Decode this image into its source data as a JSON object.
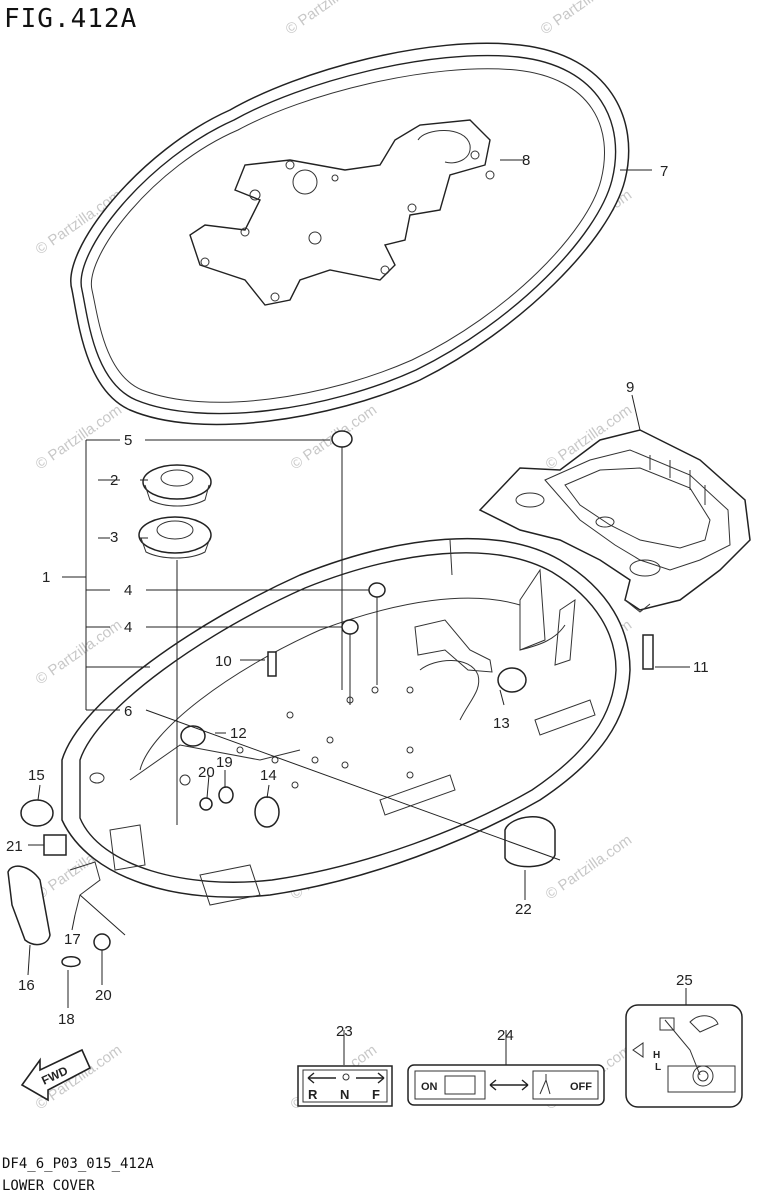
{
  "figure": {
    "title": "FIG.412A",
    "code": "DF4_6_P03_015_412A",
    "name": "LOWER COVER"
  },
  "watermark": "© Partzilla.com",
  "callouts": [
    "1",
    "2",
    "3",
    "4",
    "4",
    "5",
    "6",
    "7",
    "8",
    "9",
    "10",
    "11",
    "12",
    "13",
    "14",
    "15",
    "16",
    "17",
    "18",
    "19",
    "20",
    "20",
    "21",
    "22",
    "23",
    "24",
    "25"
  ],
  "labels": {
    "shift": {
      "letters": [
        "R",
        "N",
        "F"
      ]
    },
    "switch": {
      "on": "ON",
      "off": "OFF"
    },
    "oil": {
      "high": "H",
      "low": "L"
    },
    "direction": "FWD"
  }
}
